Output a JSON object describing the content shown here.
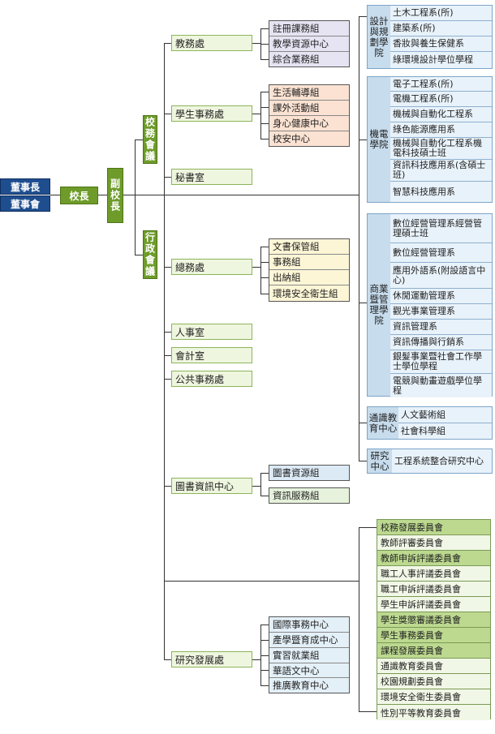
{
  "board": {
    "chair": "董事長",
    "board": "董事會"
  },
  "president": "校長",
  "vice_president": "副校長",
  "councils": {
    "school_affairs": "校務會議",
    "administrative": "行政會議"
  },
  "offices": {
    "academic": "教務處",
    "student_affairs": "學生事務處",
    "secretariat": "秘書室",
    "general_affairs": "總務處",
    "personnel": "人事室",
    "accounting": "會計室",
    "public_affairs": "公共事務處",
    "library": "圖書資訊中心",
    "research": "研究發展處"
  },
  "academic_units": [
    "註冊課務組",
    "教學資源中心",
    "綜合業務組"
  ],
  "student_units": [
    "生活輔導組",
    "課外活動組",
    "身心健康中心",
    "校安中心"
  ],
  "general_units": [
    "文書保管組",
    "事務組",
    "出納組",
    "環境安全衛生組"
  ],
  "library_units": [
    "圖書資源組",
    "資訊服務組"
  ],
  "research_units": [
    "國際事務中心",
    "產學暨育成中心",
    "實習就業組",
    "華語文中心",
    "推廣教育中心"
  ],
  "colleges": {
    "design": {
      "name": "設計與規劃學院",
      "departments": [
        "土木工程系(所)",
        "建築系(所)",
        "香妝與養生保健系",
        "綠環境設計學位學程"
      ]
    },
    "engineering": {
      "name": "機電學院",
      "departments": [
        "電子工程系(所)",
        "電機工程系(所)",
        "機械與自動化工程系",
        "綠色能源應用系",
        "機械與自動化工程系機電科技碩士班",
        "資訊科技應用系(含碩士班)",
        "智慧科技應用系"
      ]
    },
    "business": {
      "name": "商業暨管理學院",
      "departments": [
        "數位經營管理系經營管理碩士班",
        "數位經營管理系",
        "應用外語系(附設語言中心)",
        "休閒運動管理系",
        "觀光事業管理系",
        "資訊管理系",
        "資訊傳播與行銷系",
        "銀髮事業暨社會工作學士學位學程",
        "電競與動畫遊戲學位學程"
      ]
    },
    "general_ed": {
      "name": "通識教育中心",
      "departments": [
        "人文藝術組",
        "社會科學組"
      ]
    },
    "research_center": {
      "name": "研究中心",
      "departments": [
        "工程系統整合研究中心"
      ]
    }
  },
  "committees": [
    "校務發展委員會",
    "教師評審委員會",
    "教師申訴評議委員會",
    "職工人事評議委員會",
    "職工申訴評議委員會",
    "學生申訴評議委員會",
    "學生獎懲審議委員會",
    "學生事務委員會",
    "課程發展委員會",
    "通識教育委員會",
    "校園規劃委員會",
    "環境安全衛生委員會",
    "性別平等教育委員會"
  ]
}
